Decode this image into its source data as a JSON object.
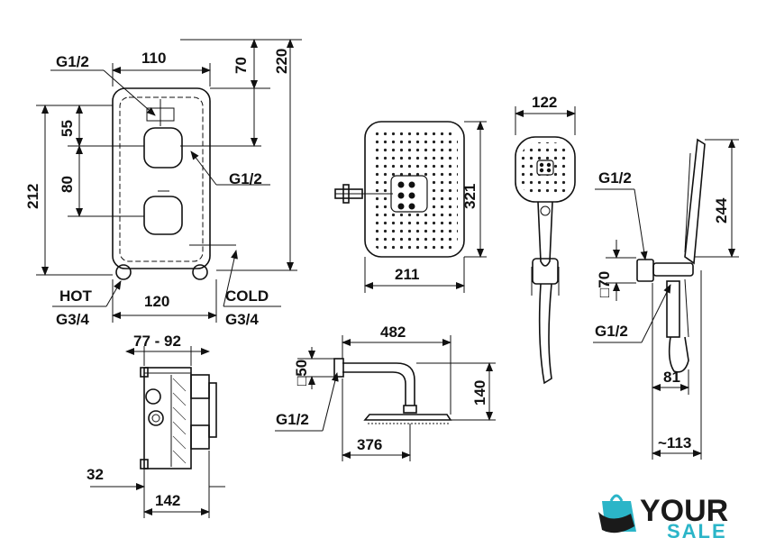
{
  "mixer_front": {
    "width": "110",
    "depth_top": "70",
    "total_height": "220",
    "upper_offset": "55",
    "knob_spacing": "80",
    "body_height": "212",
    "inlet_spacing": "120",
    "top_thread": "G1/2",
    "side_thread": "G1/2",
    "hot_label": "HOT",
    "hot_thread": "G3/4",
    "cold_label": "COLD",
    "cold_thread": "G3/4"
  },
  "mixer_box": {
    "depth_range": "77 - 92",
    "offset": "32",
    "width": "142"
  },
  "head_shower": {
    "height": "321",
    "width": "211"
  },
  "shower_arm": {
    "length": "482",
    "flange": "□50",
    "drop": "140",
    "thread": "G1/2",
    "reach": "376"
  },
  "hand_shower": {
    "head_width": "122"
  },
  "holder": {
    "thread_top": "G1/2",
    "height": "244",
    "flange": "□70",
    "thread_bottom": "G1/2",
    "depth": "81",
    "total_depth": "~113"
  },
  "logo": {
    "word1": "YOUR",
    "word2": "SALE",
    "accent": "#2bb5c8",
    "dark": "#1a1a1a",
    "icon": "shopping-bag-hand-icon"
  }
}
